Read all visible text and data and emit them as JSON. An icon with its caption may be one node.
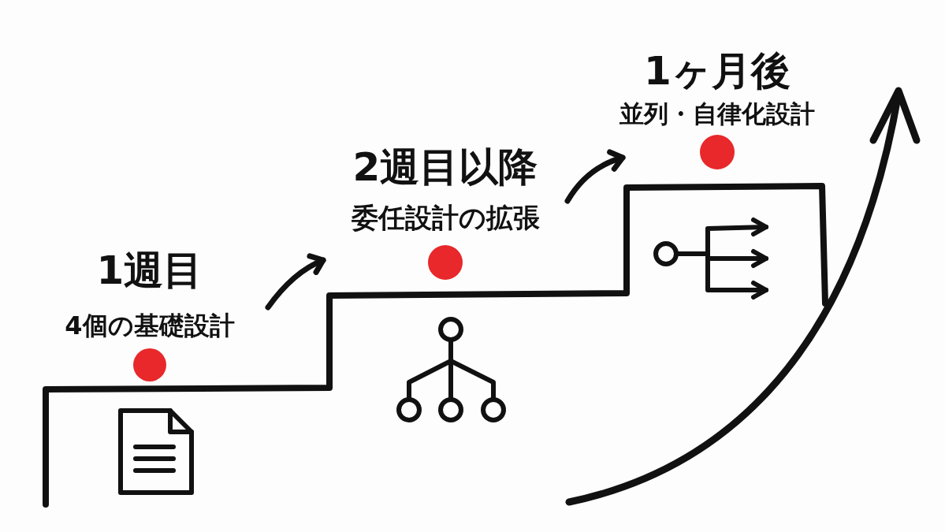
{
  "diagram": {
    "nodes": [
      {
        "text": [
          "1週目",
          "4個の基礎設計"
        ]
      },
      {
        "text": [
          "2週目以降",
          "委任設計の拡張"
        ]
      },
      {
        "text": [
          "1ヶ月後",
          "並列・自律化設計"
        ]
      }
    ],
    "edges": [
      {
        "from": 0,
        "to": 1,
        "arrow": "to"
      },
      {
        "from": 1,
        "to": 2,
        "arrow": "to"
      }
    ]
  }
}
